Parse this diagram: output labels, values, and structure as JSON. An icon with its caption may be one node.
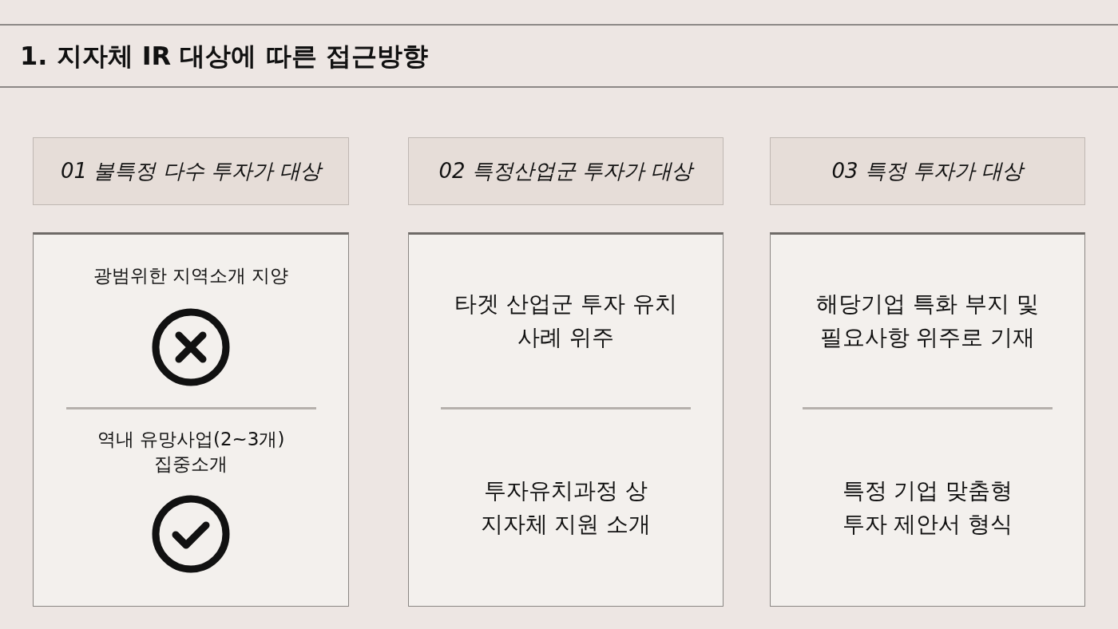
{
  "diagram": {
    "title": "1. 지자체 IR 대상에 따른 접근방향",
    "nodes": [
      {
        "text": [
          "01 불특정 다수 투자가 대상"
        ]
      },
      {
        "text": [
          "02 특정산업군 투자가 대상"
        ]
      },
      {
        "text": [
          "03 특정 투자가 대상"
        ]
      },
      {
        "text": [
          "광범위한 지역소개 지양",
          "역내 유망사업(2~3개) 집중소개"
        ]
      },
      {
        "text": [
          "타겟 산업군 투자 유치 사례 위주",
          "투자유치과정 상 지자체 지원 소개"
        ]
      },
      {
        "text": [
          "해당기업 특화 부지 및 필요사항 위주로 기재",
          "특정 기업 맞춤형 투자 제안서 형식"
        ]
      }
    ]
  }
}
